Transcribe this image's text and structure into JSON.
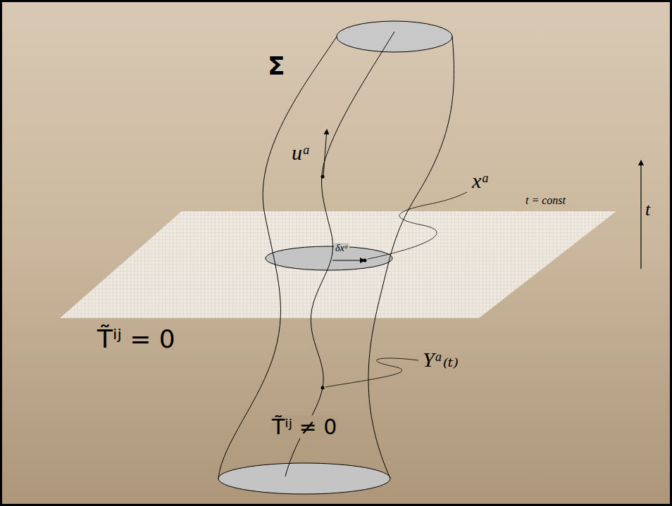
{
  "diagram": {
    "labels": [
      "Σ",
      "uᵃ",
      "xᵃ",
      "t = const",
      "t",
      "δxᵃ",
      "T̃ⁱʲ = 0",
      "Yᵃ₍ₜ₎",
      "T̃ⁱʲ ≠ 0"
    ]
  }
}
